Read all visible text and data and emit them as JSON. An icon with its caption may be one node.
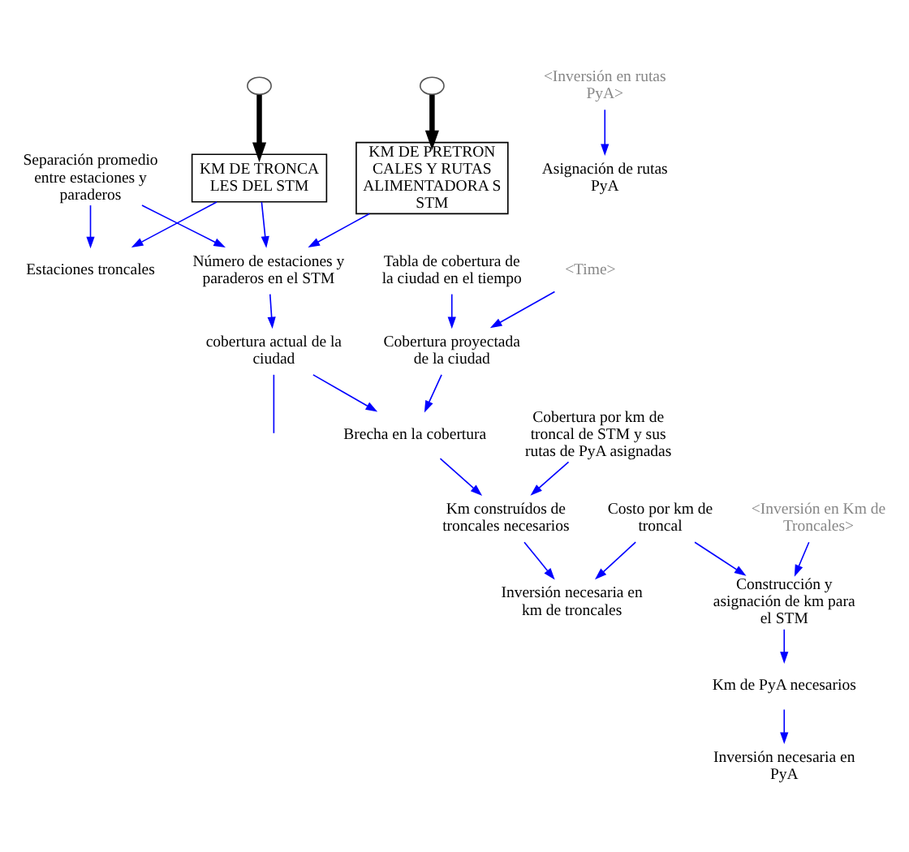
{
  "diagram": {
    "nodes": [
      {
        "text": [],
        "shape": "cloud"
      },
      {
        "text": [
          "KM DE TRONCA LES DEL STM"
        ]
      },
      {
        "text": [
          "Construcción y asignación de km para el STM"
        ]
      },
      {
        "text": [
          "<Inversión en Km de Troncales>"
        ]
      },
      {
        "text": [
          "Estaciones troncales"
        ]
      },
      {
        "text": [
          "Separación promedio entre estaciones y paraderos"
        ]
      },
      {
        "text": [
          "Número de estaciones y paraderos en el STM"
        ]
      },
      {
        "text": [
          "cobertura actual de la ciudad"
        ]
      },
      {
        "text": [
          "Costo por km de troncal"
        ]
      },
      {
        "text": [
          "Km de PyA necesarios"
        ]
      },
      {
        "text": [
          "Inversión necesaria en PyA"
        ]
      },
      {
        "text": [],
        "shape": "cloud"
      },
      {
        "text": [
          "KM DE PRETRON CALES Y RUTAS ALIMENTADORA S STM"
        ]
      },
      {
        "text": [
          "Asignación de rutas PyA"
        ]
      },
      {
        "text": [
          "<Inversión en rutas PyA>"
        ]
      },
      {
        "text": [
          "Brecha en la cobertura"
        ]
      },
      {
        "text": [
          "Inversión necesaria en km de troncales"
        ]
      },
      {
        "text": [
          "Km construídos de troncales necesarios"
        ]
      },
      {
        "text": [
          "Cobertura proyectada de la ciudad"
        ]
      },
      {
        "text": [
          "Cobertura por km de troncal de STM y sus rutas de PyA asignadas"
        ]
      },
      {
        "text": [
          "Tabla de cobertura de la ciudad en el tiempo"
        ]
      },
      {
        "text": [
          "<Time>"
        ]
      }
    ],
    "edges": [
      {
        "from": 0,
        "to": 1,
        "arrow": "to",
        "style": "thick",
        "color": "#000000"
      },
      {
        "from": 3,
        "to": 2,
        "arrow": "to"
      },
      {
        "from": 8,
        "to": 2,
        "arrow": "to"
      },
      {
        "from": 2,
        "to": 9,
        "arrow": "to"
      },
      {
        "from": 9,
        "to": 10,
        "arrow": "to"
      },
      {
        "from": 1,
        "to": 4,
        "arrow": "to"
      },
      {
        "from": 5,
        "to": 4,
        "arrow": "to"
      },
      {
        "from": 1,
        "to": 6,
        "arrow": "to"
      },
      {
        "from": 5,
        "to": 6,
        "arrow": "to"
      },
      {
        "from": 6,
        "to": 7,
        "arrow": "to"
      },
      {
        "from": 12,
        "to": 6,
        "arrow": "to"
      },
      {
        "from": 11,
        "to": 12,
        "arrow": "to",
        "style": "thick",
        "color": "#000000"
      },
      {
        "from": 14,
        "to": 13,
        "arrow": "to"
      },
      {
        "from": 7,
        "to": 15,
        "arrow": "to"
      },
      {
        "from": 15,
        "to": 17,
        "arrow": "to"
      },
      {
        "from": 17,
        "to": 16,
        "arrow": "to"
      },
      {
        "from": 8,
        "to": 16,
        "arrow": "to"
      },
      {
        "from": 19,
        "to": 17,
        "arrow": "to"
      },
      {
        "from": 20,
        "to": 18,
        "arrow": "to"
      },
      {
        "from": 21,
        "to": 18,
        "arrow": "to"
      },
      {
        "from": 18,
        "to": 15,
        "arrow": "to"
      },
      {
        "from": 7,
        "to": null,
        "arrow": "none"
      }
    ]
  }
}
